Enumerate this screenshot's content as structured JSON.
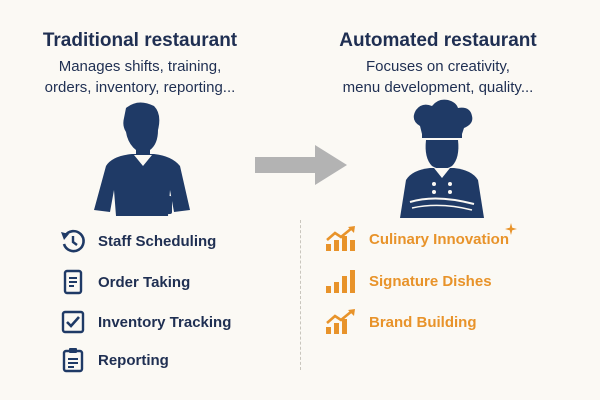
{
  "colors": {
    "navy": "#1f3a66",
    "text_dark": "#1f2f52",
    "orange": "#e8932a",
    "arrow_gray": "#b3b3b3",
    "background": "#fbf9f4"
  },
  "traditional": {
    "title": "Traditional restaurant",
    "subtitle_line1": "Manages shifts, training,",
    "subtitle_line2": "orders, inventory, reporting...",
    "figure_icon": "manager-person-icon",
    "items": [
      {
        "label": "Staff Scheduling",
        "icon": "clock-arrow-icon"
      },
      {
        "label": "Order Taking",
        "icon": "document-list-icon"
      },
      {
        "label": "Inventory Tracking",
        "icon": "checkbox-icon"
      },
      {
        "label": "Reporting",
        "icon": "clipboard-icon"
      }
    ]
  },
  "automated": {
    "title": "Automated restaurant",
    "subtitle_line1": "Focuses on creativity,",
    "subtitle_line2": "menu development, quality...",
    "figure_icon": "chef-icon",
    "items": [
      {
        "label": "Culinary Innovation",
        "icon": "growth-chart-icon"
      },
      {
        "label": "Signature Dishes",
        "icon": "bar-chart-icon"
      },
      {
        "label": "Brand Building",
        "icon": "growth-chart-icon"
      }
    ]
  },
  "transition_icon": "right-arrow-icon"
}
